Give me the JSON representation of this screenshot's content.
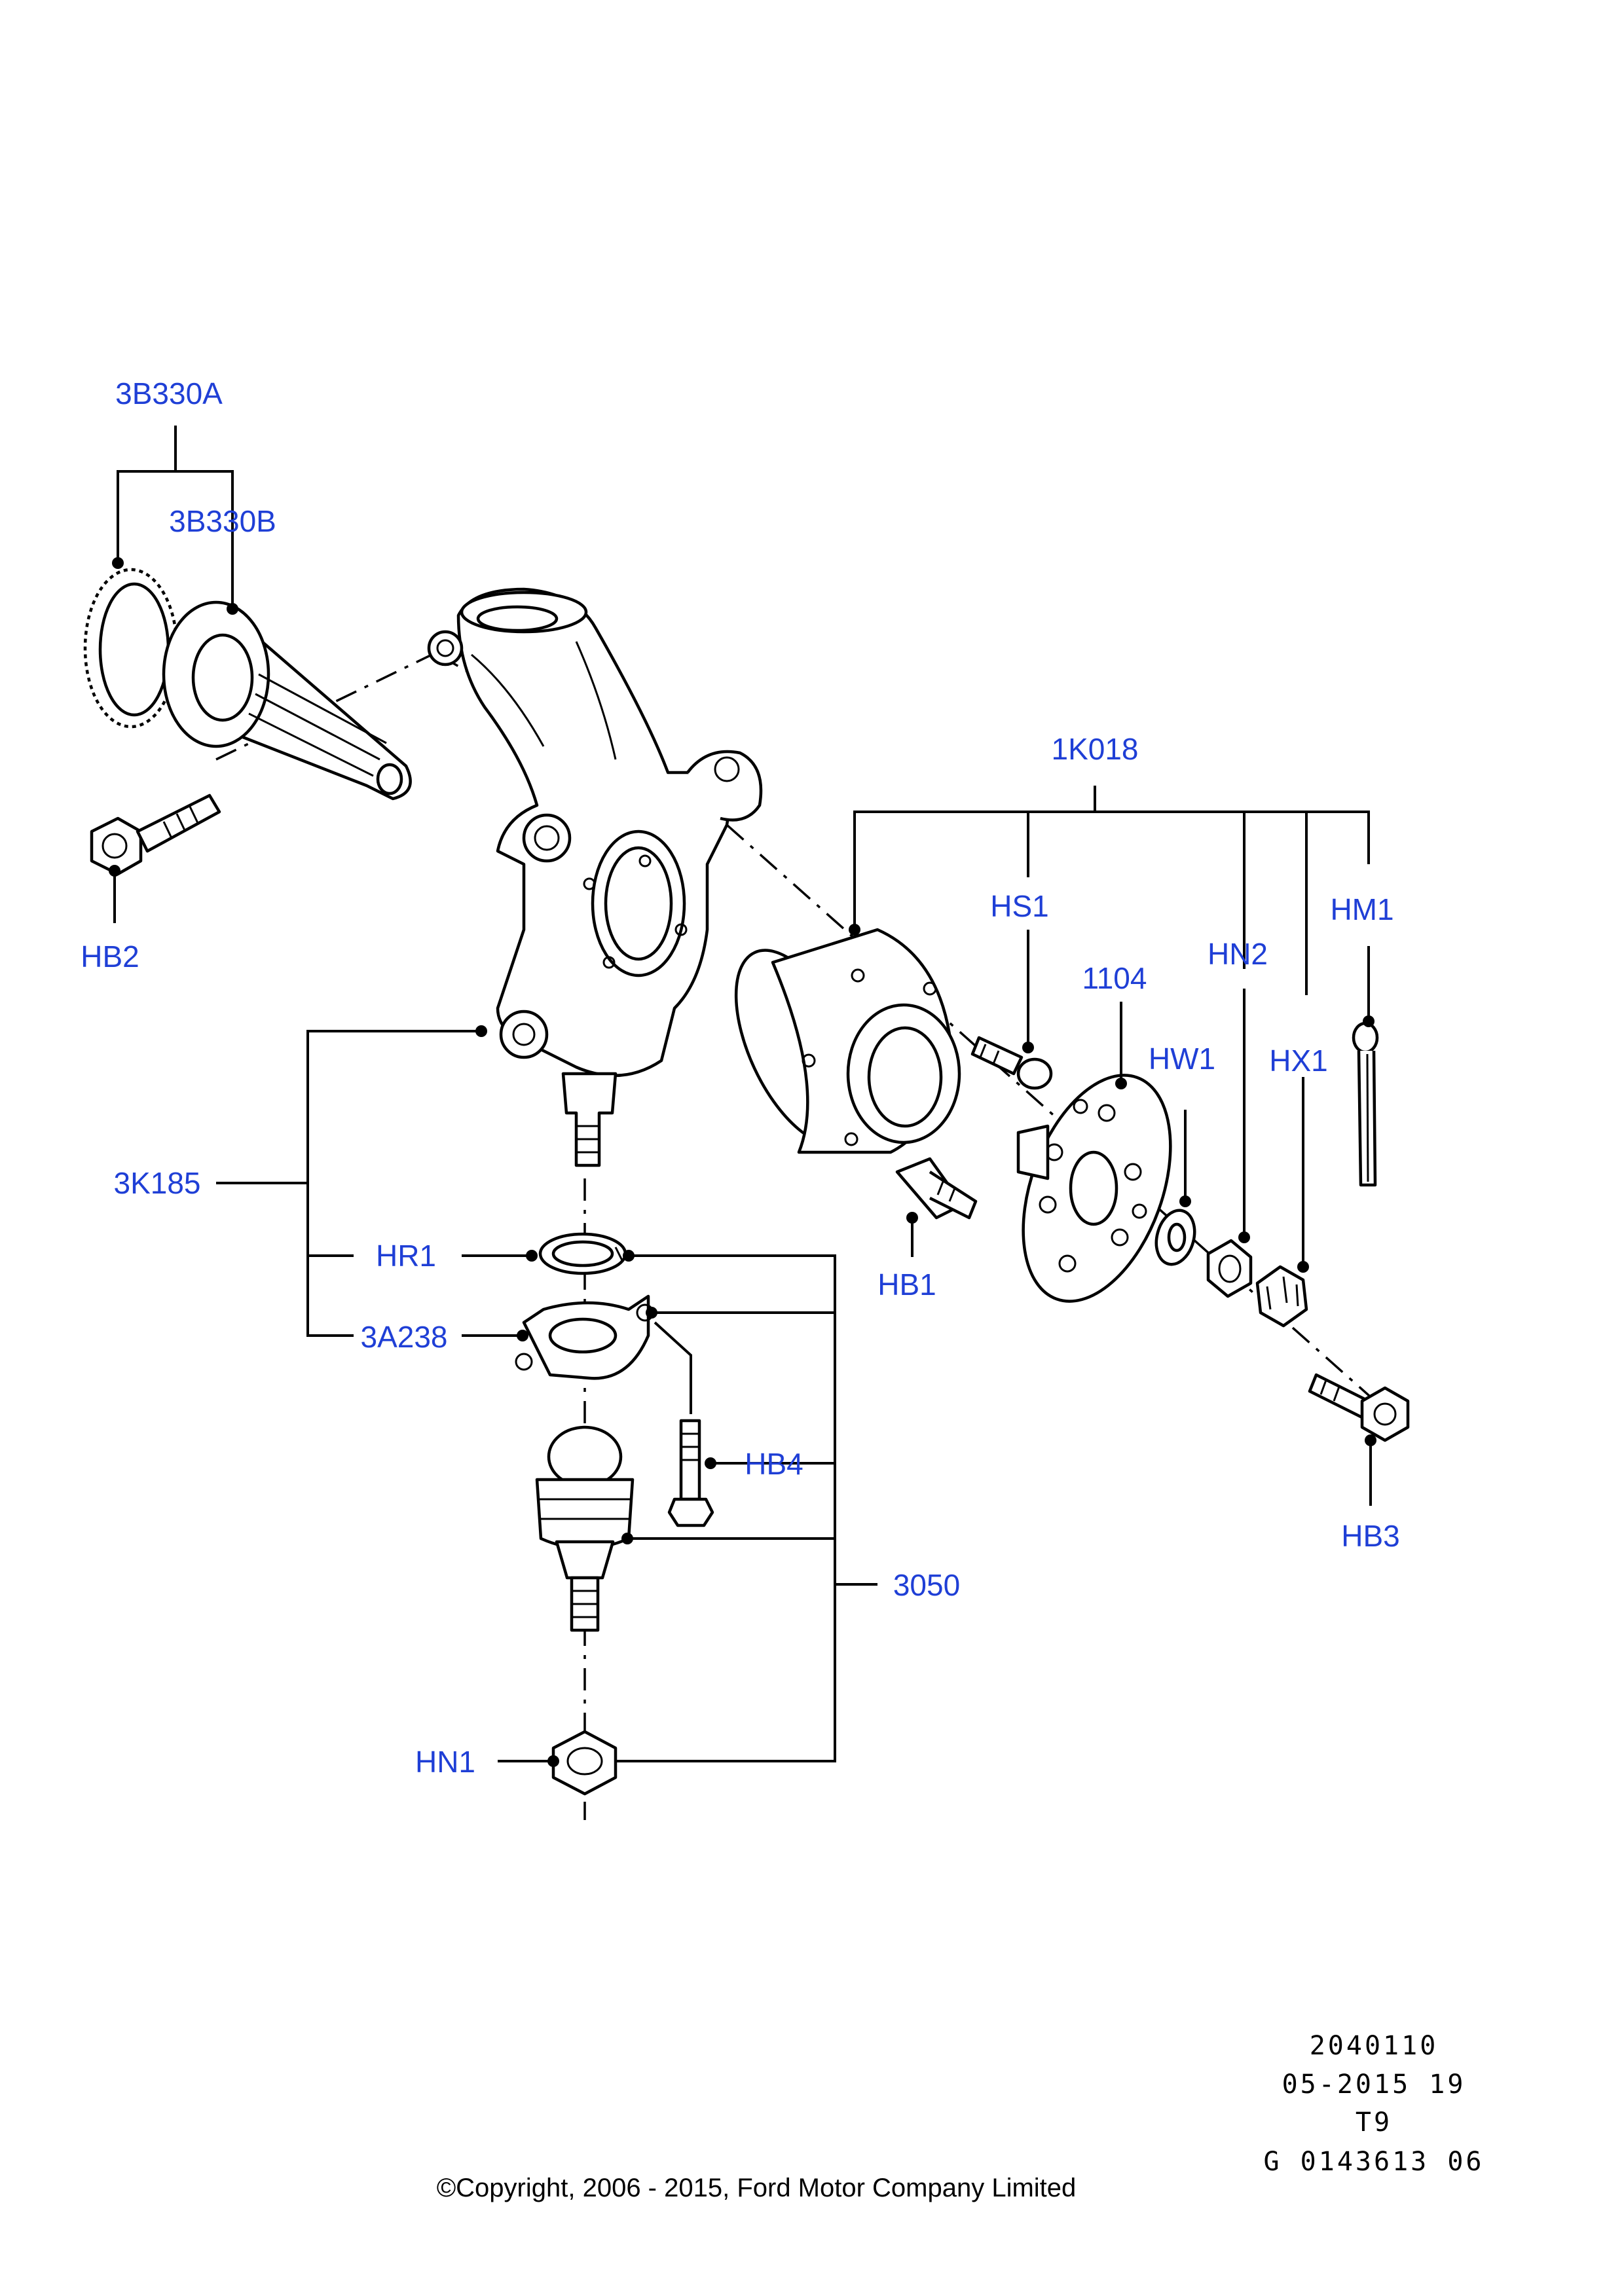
{
  "labels": {
    "3B330A": "3B330A",
    "3B330B": "3B330B",
    "HB2": "HB2",
    "1K018": "1K018",
    "HS1": "HS1",
    "HM1": "HM1",
    "HN2": "HN2",
    "1104": "1104",
    "HW1": "HW1",
    "HX1": "HX1",
    "3K185": "3K185",
    "HR1": "HR1",
    "HB1": "HB1",
    "3A238": "3A238",
    "HB4": "HB4",
    "HB3": "HB3",
    "3050": "3050",
    "HN1": "HN1"
  },
  "reference": {
    "line1": "2040110",
    "line2": "05-2015 19",
    "line3": "T9",
    "line4": "G 0143613 06"
  },
  "copyright": "©Copyright, 2006 - 2015, Ford Motor Company Limited",
  "colors": {
    "label": "#1f3fd6",
    "line": "#000000",
    "background": "#ffffff"
  }
}
